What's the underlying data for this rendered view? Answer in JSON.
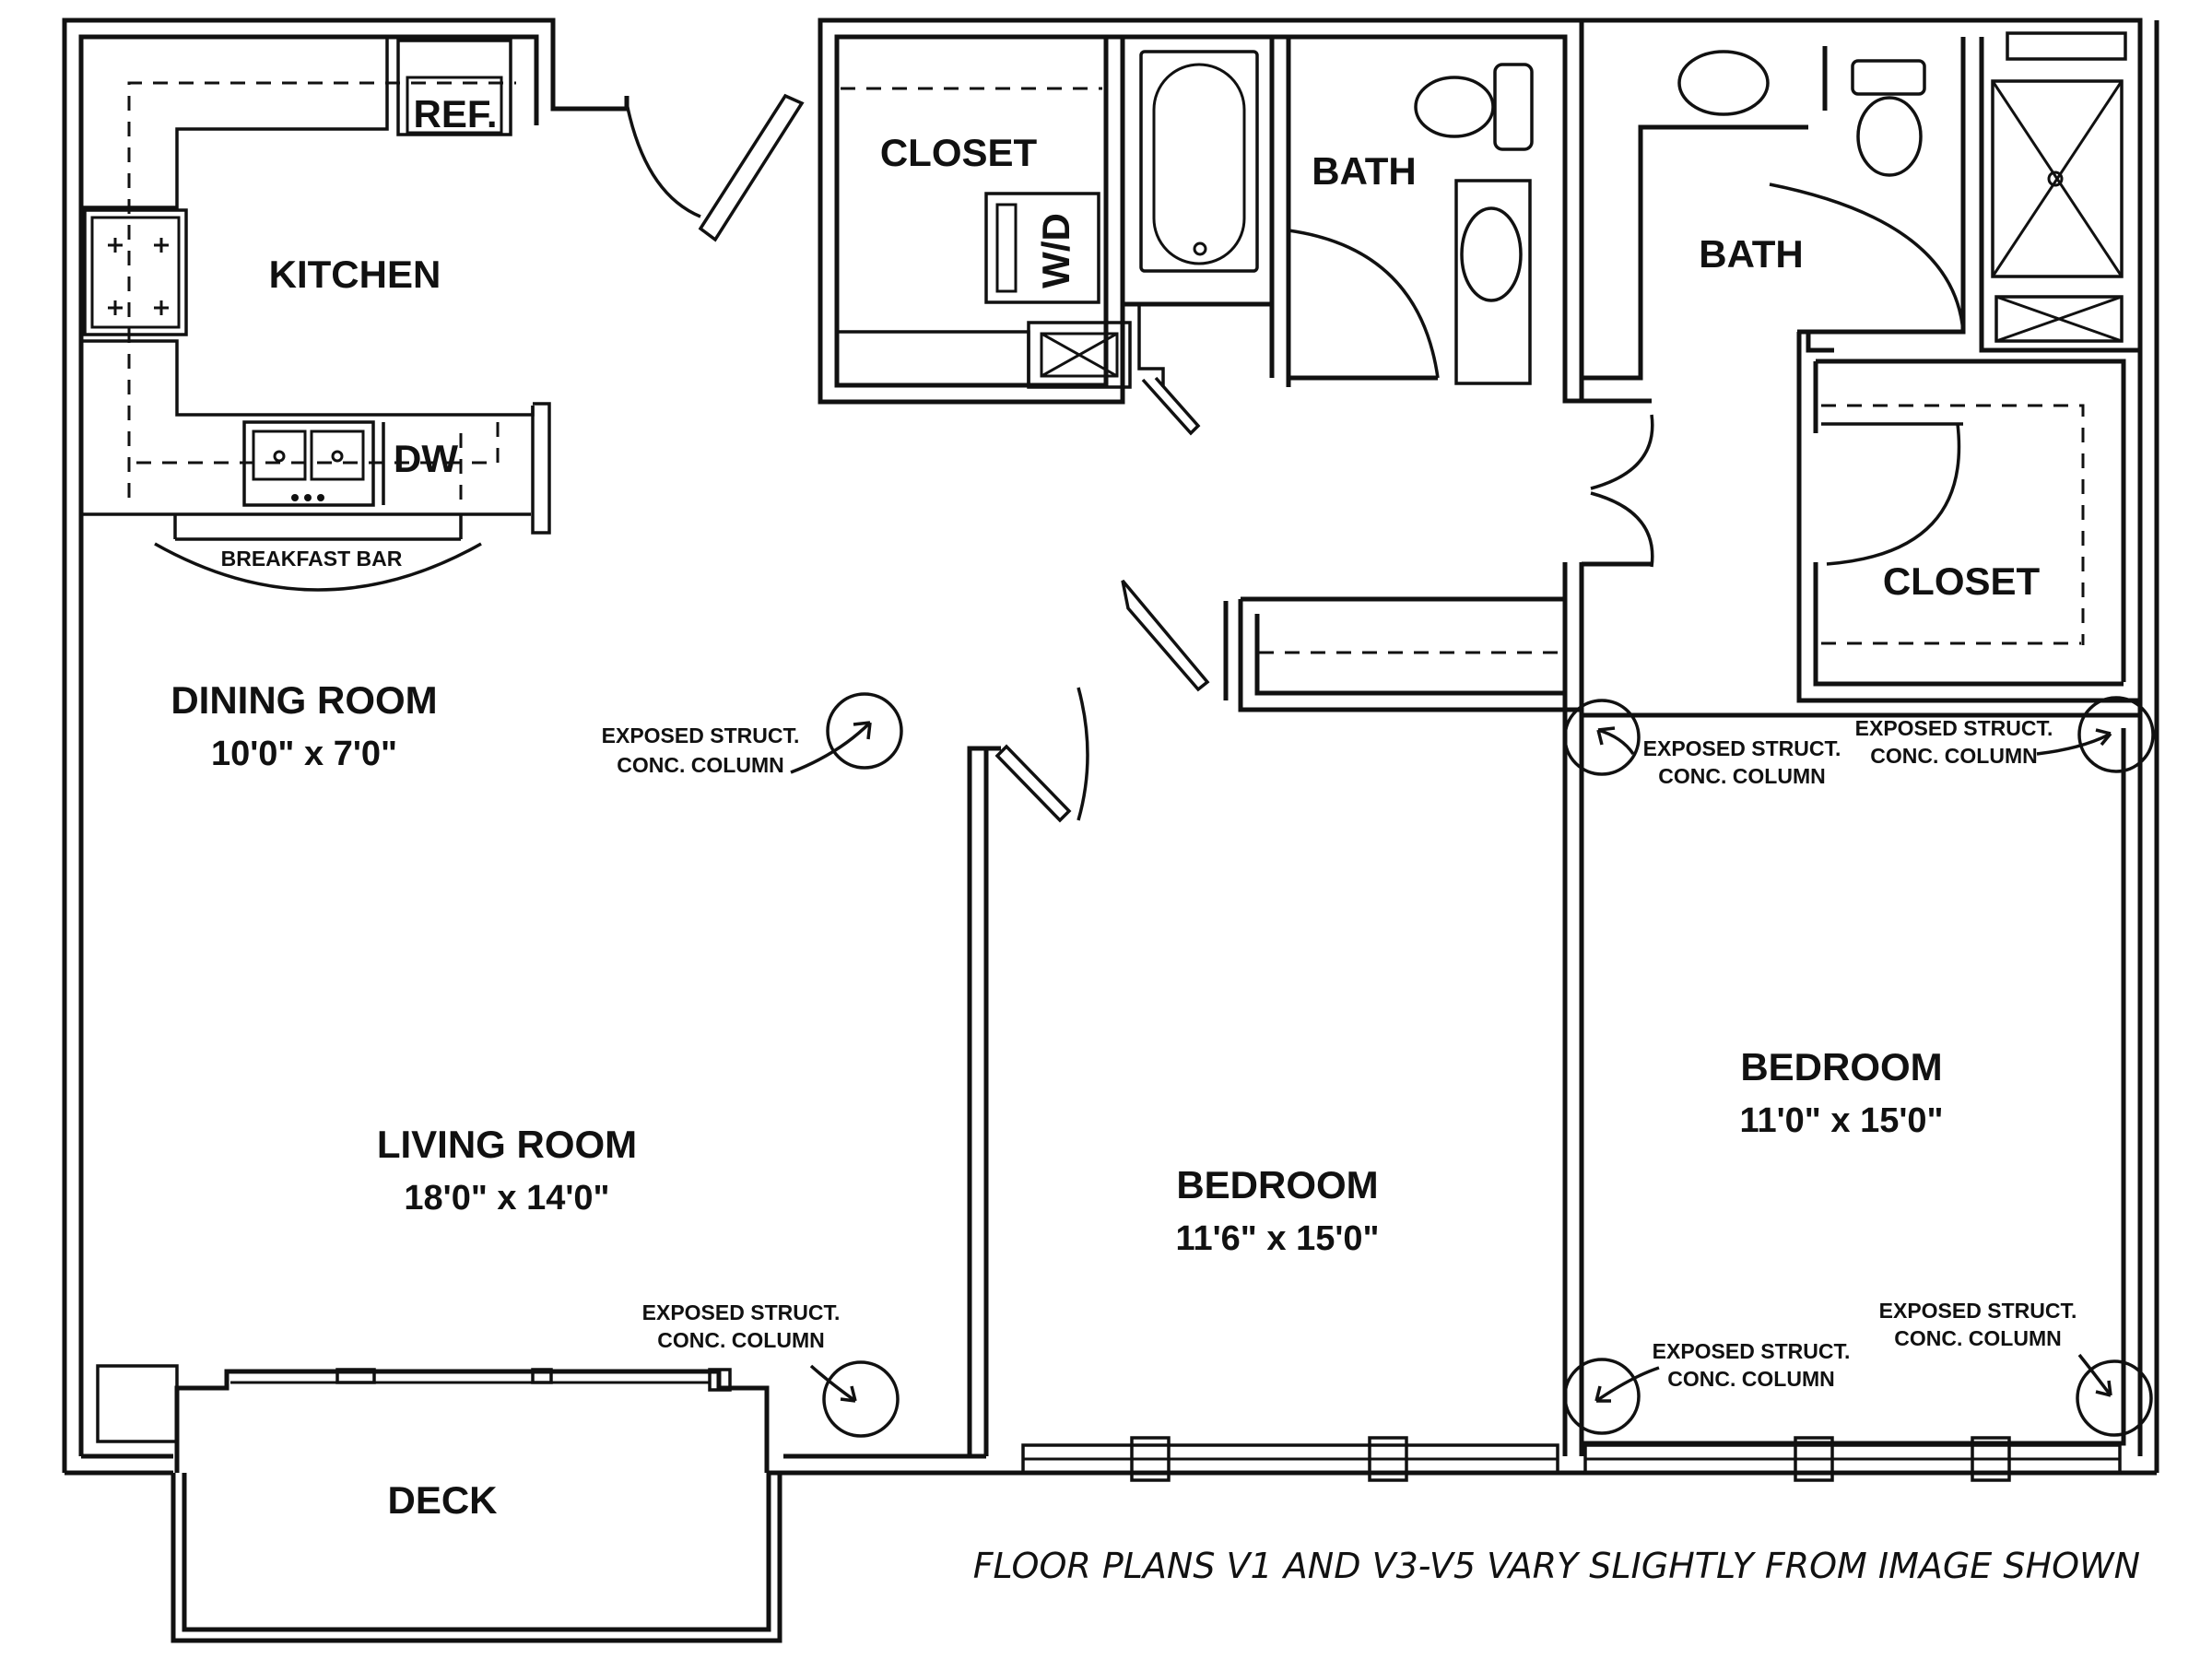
{
  "rooms": {
    "kitchen": {
      "name": "KITCHEN"
    },
    "ref": {
      "name": "REF."
    },
    "dw": {
      "name": "DW"
    },
    "breakfast_bar": {
      "name": "BREAKFAST BAR"
    },
    "closet_laundry": {
      "name": "CLOSET"
    },
    "wd": {
      "name": "W/D"
    },
    "bath_1": {
      "name": "BATH"
    },
    "bath_2": {
      "name": "BATH"
    },
    "closet_master": {
      "name": "CLOSET"
    },
    "dining": {
      "name": "DINING ROOM",
      "size": "10'0\" x 7'0\""
    },
    "living": {
      "name": "LIVING ROOM",
      "size": "18'0\" x 14'0\""
    },
    "bedroom_1": {
      "name": "BEDROOM",
      "size": "11'6\" x 15'0\""
    },
    "bedroom_2": {
      "name": "BEDROOM",
      "size": "11'0\" x 15'0\""
    },
    "deck": {
      "name": "DECK"
    }
  },
  "columns": {
    "line1": "EXPOSED STRUCT.",
    "line2": "CONC. COLUMN"
  },
  "footnote": "FLOOR PLANS V1 AND V3-V5 VARY SLIGHTLY FROM IMAGE SHOWN"
}
